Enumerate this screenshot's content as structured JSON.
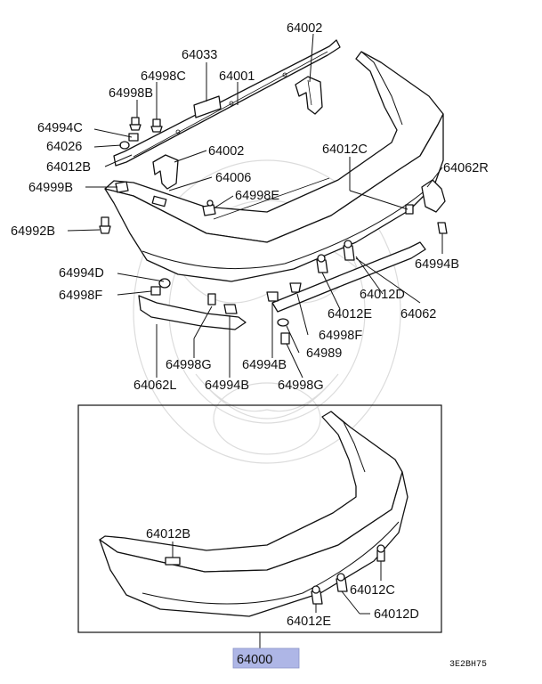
{
  "labels": {
    "l64002_top": "64002",
    "l64033": "64033",
    "l64998C": "64998C",
    "l64001": "64001",
    "l64998B": "64998B",
    "l64994C": "64994C",
    "l64026": "64026",
    "l64002_mid": "64002",
    "l64012B_top": "64012B",
    "l64006": "64006",
    "l64999B": "64999B",
    "l64998E": "64998E",
    "l64012C_top": "64012C",
    "l64062R": "64062R",
    "l64992B": "64992B",
    "l64994B_right": "64994B",
    "l64994D": "64994D",
    "l64998F_left": "64998F",
    "l64012D_top": "64012D",
    "l64012E_top": "64012E",
    "l64062": "64062",
    "l64998F_right": "64998F",
    "l64989": "64989",
    "l64998G_left": "64998G",
    "l64994B_mid": "64994B",
    "l64994B_left": "64994B",
    "l64998G_right": "64998G",
    "l64062L": "64062L",
    "l64012B_box": "64012B",
    "l64012C_box": "64012C",
    "l64012E_box": "64012E",
    "l64012D_box": "64012D",
    "l64000": "64000",
    "code": "3E2BH75"
  },
  "colors": {
    "assembly_highlight": "#aeb6e6",
    "line": "#111111"
  }
}
